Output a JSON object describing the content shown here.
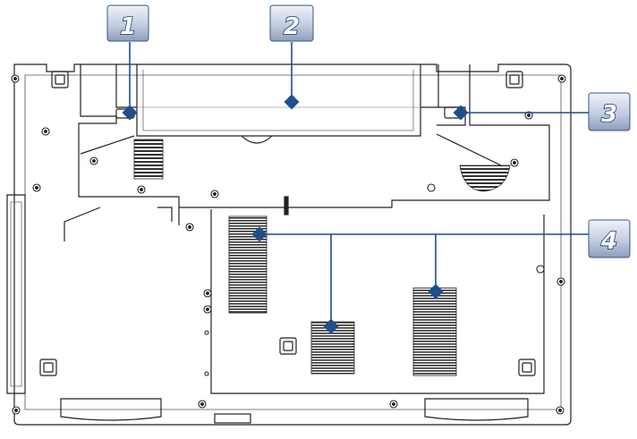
{
  "diagram": {
    "subject": "laptop-bottom-view",
    "colors": {
      "line": "#222222",
      "callout_line": "#1f4e8c",
      "callout_dot": "#1f4e8c",
      "callout_box_top": "#e9eef7",
      "callout_box_bottom": "#9aa9c4",
      "callout_box_border": "#3b5787",
      "callout_text": "#ffffff",
      "callout_text_outline": "#1d3f73"
    },
    "callouts": [
      {
        "id": "1",
        "label": "1"
      },
      {
        "id": "2",
        "label": "2"
      },
      {
        "id": "3",
        "label": "3"
      },
      {
        "id": "4",
        "label": "4"
      }
    ]
  }
}
